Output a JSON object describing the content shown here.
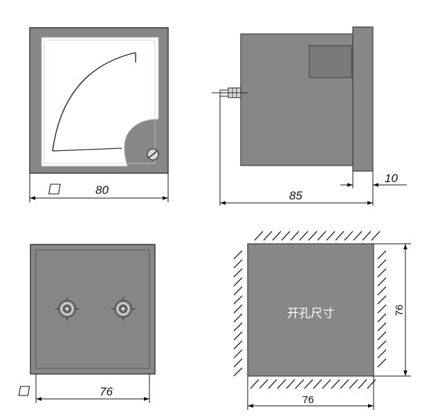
{
  "front_view": {
    "width_label": "80"
  },
  "side_view": {
    "depth_label": "85",
    "flange_label": "10"
  },
  "back_view": {
    "width_label": "76"
  },
  "cutout_view": {
    "label": "开孔尺寸",
    "width_label": "76",
    "height_label": "76"
  },
  "colors": {
    "body_gray": "#878787",
    "dark_edge": "#3a3a3a",
    "dial_white": "#ffffff",
    "line": "#111111"
  }
}
